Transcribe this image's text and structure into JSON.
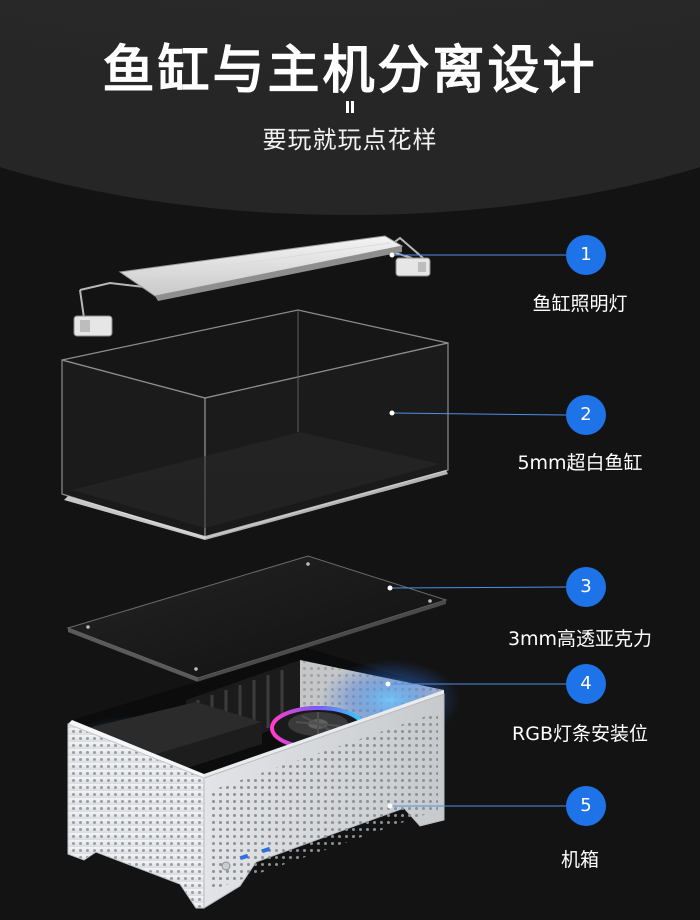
{
  "header": {
    "title": "鱼缸与主机分离设计",
    "subtitle": "要玩就玩点花样"
  },
  "callouts": [
    {
      "number": "1",
      "label": "鱼缸照明灯"
    },
    {
      "number": "2",
      "label": "5mm超白鱼缸"
    },
    {
      "number": "3",
      "label": "3mm高透亚克力"
    },
    {
      "number": "4",
      "label": "RGB灯条安装位"
    },
    {
      "number": "5",
      "label": "机箱"
    }
  ],
  "colors": {
    "background": "#131313",
    "header_arc": "#2a2a2a",
    "badge": "#1f73e8",
    "leader_line": "#4f8fe6",
    "case_white": "#eef0f2"
  },
  "icons": [
    "quote-mark-icon",
    "usb-port-icon",
    "power-button-icon",
    "cpu-fan-icon"
  ]
}
